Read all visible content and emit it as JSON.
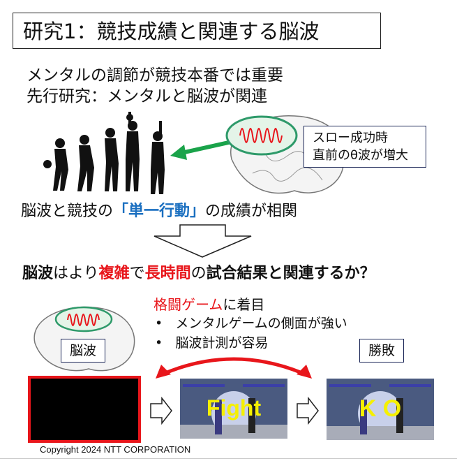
{
  "title": "研究1：競技成績と関連する脳波",
  "intro": [
    "メンタルの調節が競技本番では重要",
    "先行研究：メンタルと脳波が関連"
  ],
  "callout": [
    "スロー成功時",
    "直前のθ波が増大"
  ],
  "correlation": {
    "pre": "脳波と競技の",
    "highlight": "「単一行動」",
    "post": "の成績が相関"
  },
  "question": {
    "p1": "脳波",
    "p2": "はより",
    "p3": "複雑",
    "p4": "で",
    "p5": "長時間",
    "p6": "の",
    "p7": "試合結果と関連するか？"
  },
  "focus": {
    "highlight": "格闘ゲーム",
    "rest": "に着目"
  },
  "bullets": [
    "メンタルゲームの側面が強い",
    "脳波計測が容易"
  ],
  "labels": {
    "eeg": "脳波",
    "outcome": "勝敗"
  },
  "game_text": [
    "Fight",
    "K O"
  ],
  "copyright": "Copyright 2024 NTT CORPORATION",
  "colors": {
    "accent_red": "#e8161b",
    "accent_blue": "#1a6fc0",
    "arrow_green": "#1aa34a"
  }
}
